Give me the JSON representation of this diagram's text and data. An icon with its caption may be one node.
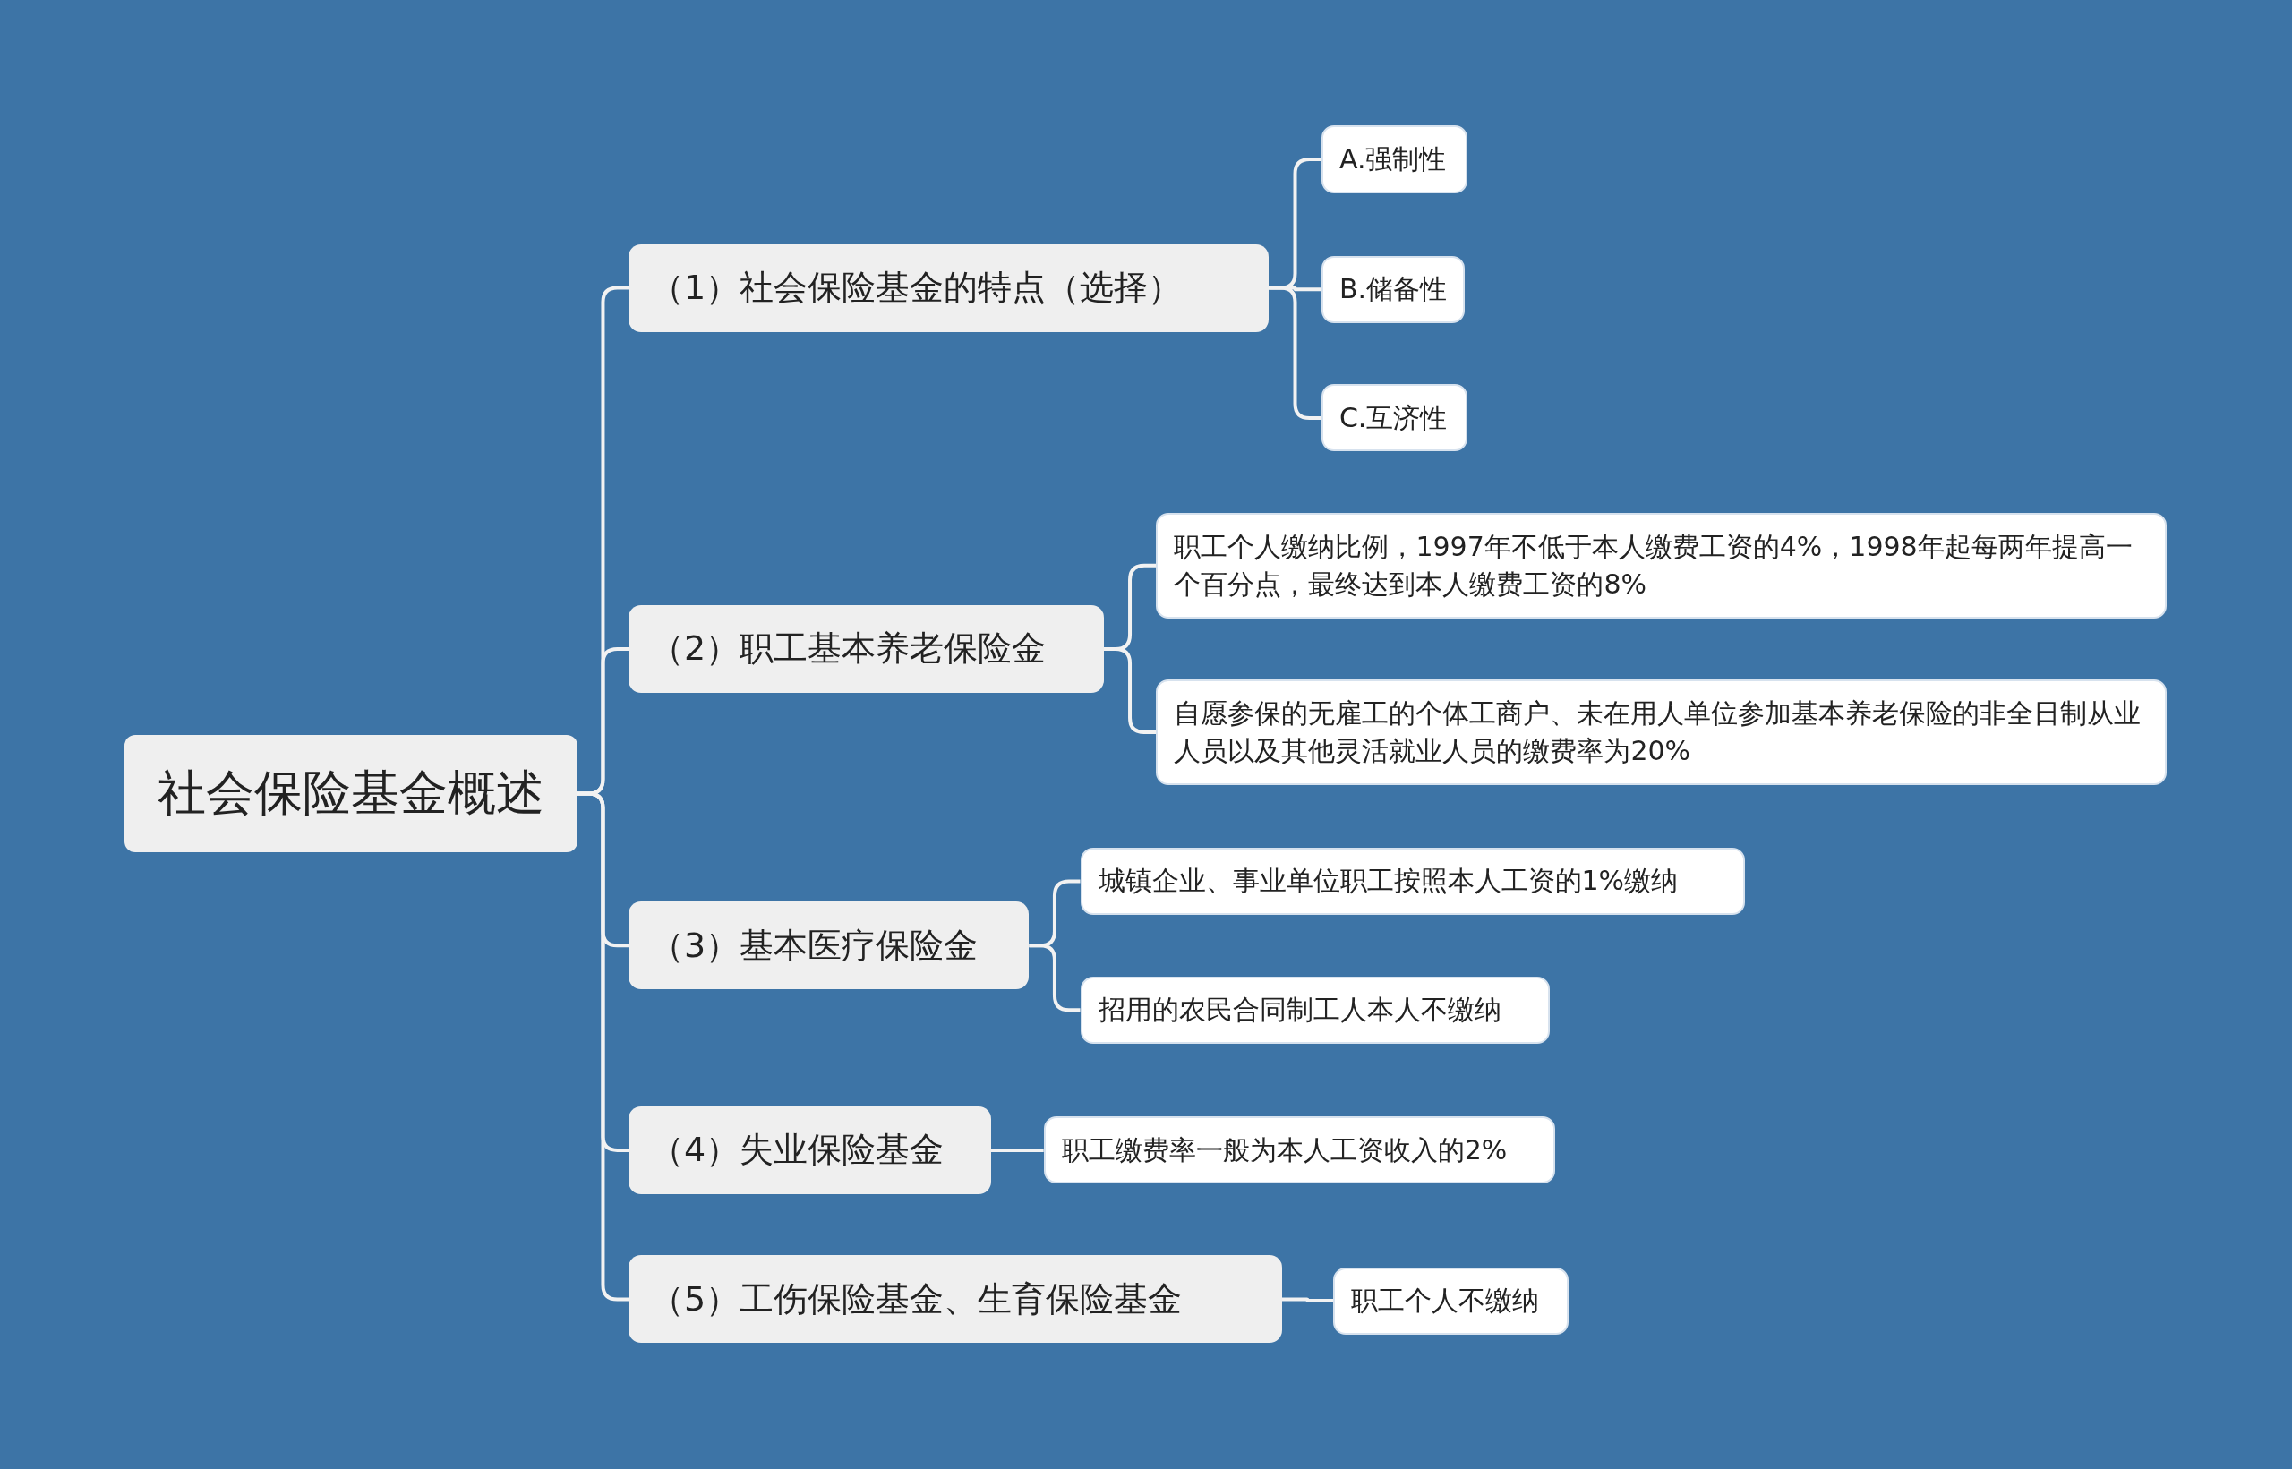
{
  "diagram": {
    "nodes": [
      {
        "text": [
          "社会保险基金概述"
        ]
      },
      {
        "text": [
          "（1）社会保险基金的特点（选择）"
        ]
      },
      {
        "text": [
          "A.强制性"
        ]
      },
      {
        "text": [
          "B.储备性"
        ]
      },
      {
        "text": [
          "C.互济性"
        ]
      },
      {
        "text": [
          "（2）职工基本养老保险金"
        ]
      },
      {
        "text": [
          "职工个人缴纳比例，1997年不低于本人缴费工资的4%，1998年起每两年提高一个百分点，最终达到本人缴费工资的8%"
        ]
      },
      {
        "text": [
          "自愿参保的无雇工的个体工商户、未在用人单位参加基本养老保险的非全日制从业人员以及其他灵活就业人员的缴费率为20%"
        ]
      },
      {
        "text": [
          "（3）基本医疗保险金"
        ]
      },
      {
        "text": [
          "城镇企业、事业单位职工按照本人工资的1%缴纳"
        ]
      },
      {
        "text": [
          "招用的农民合同制工人本人不缴纳"
        ]
      },
      {
        "text": [
          "（4）失业保险基金"
        ]
      },
      {
        "text": [
          "职工缴费率一般为本人工资收入的2%"
        ]
      },
      {
        "text": [
          "（5）工伤保险基金、生育保险基金"
        ]
      },
      {
        "text": [
          "职工个人不缴纳"
        ]
      }
    ],
    "edges": [
      {
        "from": 0,
        "to": 1,
        "arrow": "none"
      },
      {
        "from": 1,
        "to": 2,
        "arrow": "none"
      },
      {
        "from": 1,
        "to": 3,
        "arrow": "none"
      },
      {
        "from": 1,
        "to": 4,
        "arrow": "none"
      },
      {
        "from": 0,
        "to": 5,
        "arrow": "none"
      },
      {
        "from": 5,
        "to": 6,
        "arrow": "none"
      },
      {
        "from": 5,
        "to": 7,
        "arrow": "none"
      },
      {
        "from": 0,
        "to": 8,
        "arrow": "none"
      },
      {
        "from": 8,
        "to": 9,
        "arrow": "none"
      },
      {
        "from": 8,
        "to": 10,
        "arrow": "none"
      },
      {
        "from": 0,
        "to": 11,
        "arrow": "none"
      },
      {
        "from": 11,
        "to": 12,
        "arrow": "none"
      },
      {
        "from": 0,
        "to": 13,
        "arrow": "none"
      },
      {
        "from": 13,
        "to": 14,
        "arrow": "none"
      }
    ]
  }
}
